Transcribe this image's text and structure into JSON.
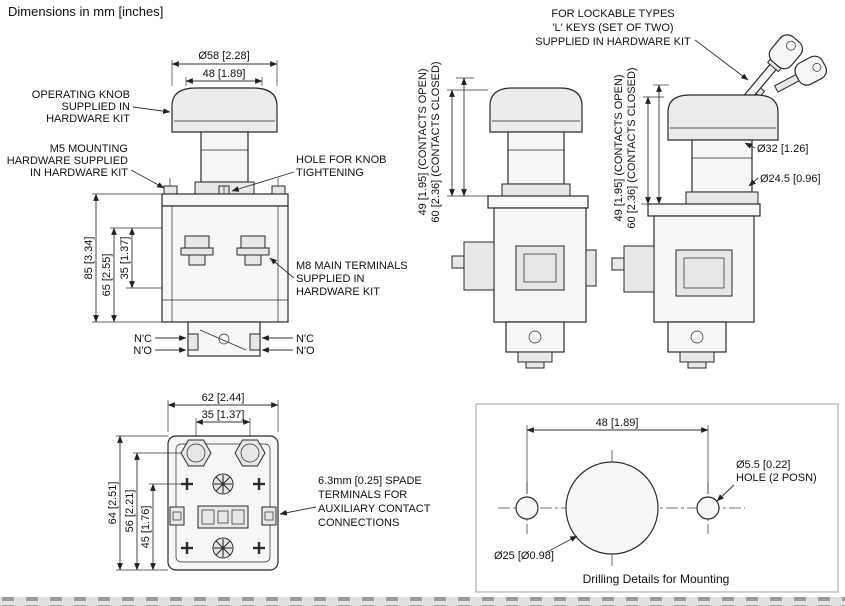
{
  "title": "Dimensions in mm [inches]",
  "front": {
    "dia58": "Ø58 [2.28]",
    "w48": "48 [1.89]",
    "d35": "35 [1.37]",
    "d65": "65 [2.55]",
    "d85": "85 [3.34]",
    "callout_knob": [
      "OPERATING KNOB",
      "SUPPLIED IN",
      "HARDWARE KIT"
    ],
    "callout_m5": [
      "M5 MOUNTING",
      "HARDWARE SUPPLIED",
      "IN HARDWARE KIT"
    ],
    "callout_hole": [
      "HOLE FOR KNOB",
      "TIGHTENING"
    ],
    "callout_m8": [
      "M8 MAIN TERMINALS",
      "SUPPLIED IN",
      "HARDWARE KIT"
    ],
    "nc": "N'C",
    "no": "N'O"
  },
  "travel": {
    "open": "49 [1.95] (CONTACTS OPEN)",
    "closed": "60 [2.36] (CONTACTS CLOSED)"
  },
  "key_view": {
    "callout_key": [
      "FOR LOCKABLE TYPES",
      "'L' KEYS (SET OF TWO)",
      "SUPPLIED IN HARDWARE KIT"
    ],
    "dia32": "Ø32 [1.26]",
    "dia245": "Ø24.5 [0.96]"
  },
  "bottom": {
    "w62": "62 [2.44]",
    "w35": "35 [1.37]",
    "d64": "64 [2.51]",
    "d56": "56 [2.21]",
    "d45": "45 [1.76]",
    "callout_spade": [
      "6.3mm [0.25] SPADE",
      "TERMINALS FOR",
      "AUXILIARY CONTACT",
      "CONNECTIONS"
    ]
  },
  "drilling": {
    "w48": "48 [1.89]",
    "callout_hole": [
      "Ø5.5 [0.22]",
      "HOLE (2 POSN)"
    ],
    "dia25": "Ø25 [Ø0.98]",
    "caption": "Drilling Details for Mounting"
  }
}
